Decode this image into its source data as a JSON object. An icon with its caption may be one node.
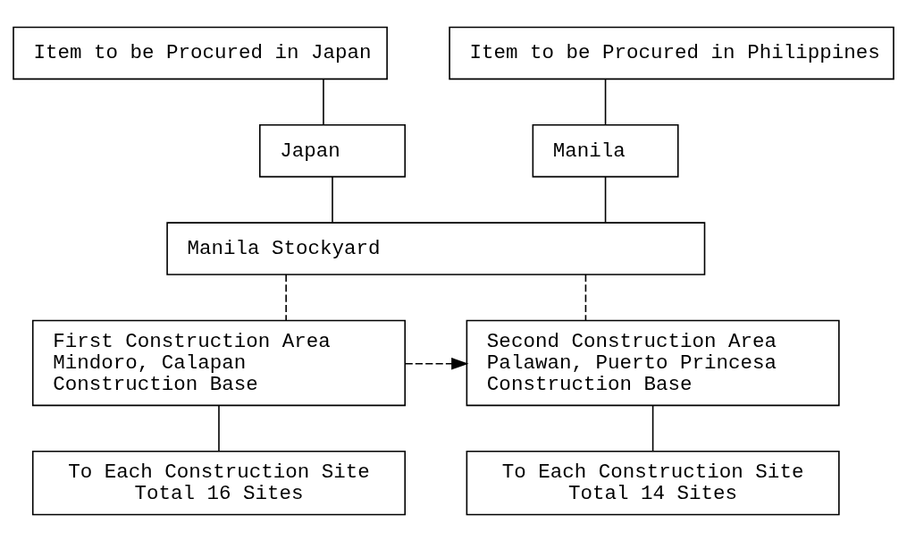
{
  "diagram": {
    "nodes": [
      {
        "text": [
          "Item to be Procured in Japan"
        ]
      },
      {
        "text": [
          "Item to be Procured in Philippines"
        ]
      },
      {
        "text": [
          "Japan"
        ]
      },
      {
        "text": [
          "Manila"
        ]
      },
      {
        "text": [
          "Manila Stockyard"
        ]
      },
      {
        "text": [
          "First Construction Area Mindoro, Calapan Construction Base"
        ]
      },
      {
        "text": [
          "Second Construction Area Palawan, Puerto Princesa Construction Base"
        ]
      },
      {
        "text": [
          "To Each Construction Site Total 16 Sites"
        ]
      },
      {
        "text": [
          "To Each Construction Site Total 14 Sites"
        ]
      }
    ],
    "edges": [
      {
        "from": 0,
        "to": 2,
        "arrow": "none"
      },
      {
        "from": 1,
        "to": 3,
        "arrow": "none"
      },
      {
        "from": 2,
        "to": 4,
        "arrow": "none"
      },
      {
        "from": 3,
        "to": 4,
        "arrow": "none"
      },
      {
        "from": 4,
        "to": 5,
        "arrow": "none",
        "style": "dashed"
      },
      {
        "from": 4,
        "to": 6,
        "arrow": "none",
        "style": "dashed"
      },
      {
        "from": 5,
        "to": 6,
        "arrow": "to",
        "style": "dashed"
      },
      {
        "from": 5,
        "to": 7,
        "arrow": "none"
      },
      {
        "from": 6,
        "to": 8,
        "arrow": "none"
      }
    ]
  }
}
